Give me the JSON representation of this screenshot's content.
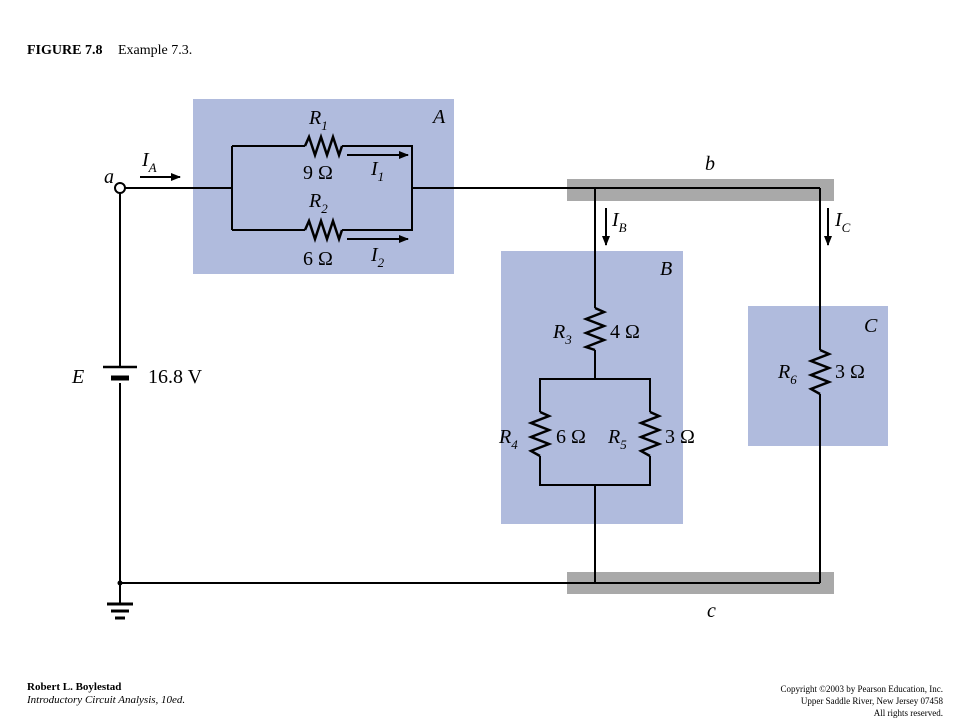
{
  "caption": {
    "figure": "FIGURE 7.8",
    "title": "Example 7.3."
  },
  "footer": {
    "author": "Robert L. Boylestad",
    "book": "Introductory Circuit Analysis, 10ed.",
    "copyright": "Copyright ©2003 by Pearson Education, Inc.",
    "address": "Upper Saddle River, New Jersey 07458",
    "rights": "All rights reserved."
  },
  "colors": {
    "block_fill": "#b0bbdd",
    "bus_bar": "#a9a9a9",
    "wire": "#000000"
  },
  "blocks": {
    "A": "A",
    "B": "B",
    "C": "C"
  },
  "nodes": {
    "a": "a",
    "b": "b",
    "c": "c"
  },
  "source": {
    "symbol": "E",
    "value": "16.8 V"
  },
  "currents": {
    "IA": {
      "main": "I",
      "sub": "A"
    },
    "I1": {
      "main": "I",
      "sub": "1"
    },
    "I2": {
      "main": "I",
      "sub": "2"
    },
    "IB": {
      "main": "I",
      "sub": "B"
    },
    "IC": {
      "main": "I",
      "sub": "C"
    }
  },
  "resistors": {
    "R1": {
      "main": "R",
      "sub": "1",
      "value": "9 Ω"
    },
    "R2": {
      "main": "R",
      "sub": "2",
      "value": "6 Ω"
    },
    "R3": {
      "main": "R",
      "sub": "3",
      "value": "4 Ω"
    },
    "R4": {
      "main": "R",
      "sub": "4",
      "value": "6 Ω"
    },
    "R5": {
      "main": "R",
      "sub": "5",
      "value": "3 Ω"
    },
    "R6": {
      "main": "R",
      "sub": "6",
      "value": "3 Ω"
    }
  }
}
